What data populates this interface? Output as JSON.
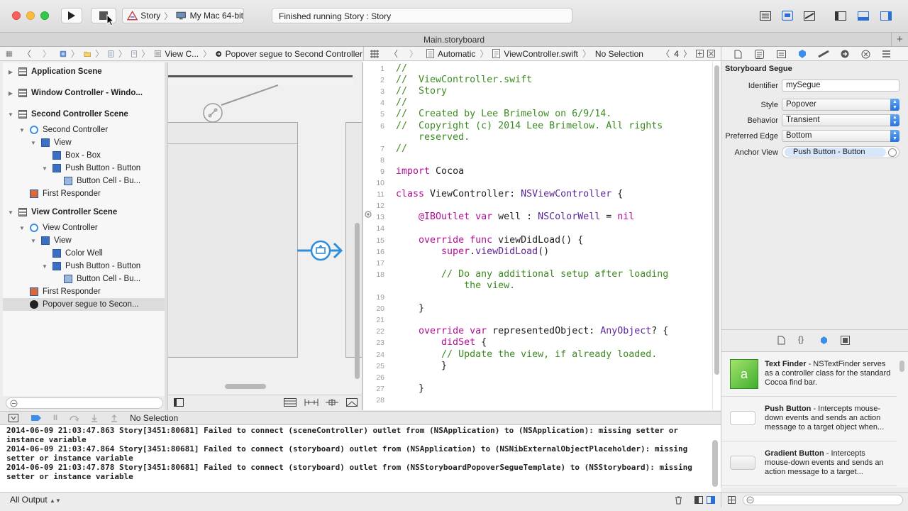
{
  "window": {
    "traffic_colors": {
      "close": "#fc605c",
      "minimize": "#fdbc40",
      "zoom": "#34c84a"
    },
    "accent": "#3d8ee8"
  },
  "toolbar": {
    "scheme_name": "Story",
    "destination": "My Mac 64-bit",
    "status_text": "Finished running Story : Story"
  },
  "tab": {
    "title": "Main.storyboard"
  },
  "jumpbar_left": {
    "view_crumb": "View C...",
    "segue_crumb": "Popover segue to Second Controller"
  },
  "jumpbar_right": {
    "mode": "Automatic",
    "file": "ViewController.swift",
    "selection": "No Selection",
    "counter": "4"
  },
  "outline": [
    {
      "label": "Application Scene",
      "bold": true,
      "icon": "scene-icon",
      "triangle": "▶"
    },
    {
      "label": "Window Controller - Windo...",
      "bold": true,
      "icon": "scene-icon",
      "triangle": "▶"
    },
    {
      "label": "Second Controller Scene",
      "bold": true,
      "icon": "scene-icon",
      "triangle": "▼"
    },
    {
      "label": "Second Controller",
      "icon": "view-controller-icon",
      "triangle": "▼"
    },
    {
      "label": "View",
      "icon": "view-icon",
      "triangle": "▼"
    },
    {
      "label": "Box - Box",
      "icon": "box-icon",
      "triangle": ""
    },
    {
      "label": "Push Button - Button",
      "icon": "push-button-icon",
      "triangle": "▼"
    },
    {
      "label": "Button Cell - Bu...",
      "icon": "button-cell-icon",
      "triangle": ""
    },
    {
      "label": "First Responder",
      "icon": "first-responder-icon",
      "triangle": ""
    },
    {
      "label": "View Controller Scene",
      "bold": true,
      "icon": "scene-icon",
      "triangle": "▼"
    },
    {
      "label": "View Controller",
      "icon": "view-controller-icon",
      "triangle": "▼"
    },
    {
      "label": "View",
      "icon": "view-icon",
      "triangle": "▼"
    },
    {
      "label": "Color Well",
      "icon": "color-well-icon",
      "triangle": ""
    },
    {
      "label": "Push Button - Button",
      "icon": "push-button-icon",
      "triangle": "▼"
    },
    {
      "label": "Button Cell - Bu...",
      "icon": "button-cell-icon",
      "triangle": ""
    },
    {
      "label": "First Responder",
      "icon": "first-responder-icon",
      "triangle": ""
    },
    {
      "label": "Popover segue to Secon...",
      "icon": "segue-icon",
      "triangle": "",
      "selected": true
    }
  ],
  "code_lines": [
    {
      "n": "1",
      "parts": [
        {
          "c": "cm",
          "t": "//"
        }
      ]
    },
    {
      "n": "2",
      "parts": [
        {
          "c": "cm",
          "t": "//  ViewController.swift"
        }
      ]
    },
    {
      "n": "3",
      "parts": [
        {
          "c": "cm",
          "t": "//  Story"
        }
      ]
    },
    {
      "n": "4",
      "parts": [
        {
          "c": "cm",
          "t": "//"
        }
      ]
    },
    {
      "n": "5",
      "parts": [
        {
          "c": "cm",
          "t": "//  Created by Lee Brimelow on 6/9/14."
        }
      ]
    },
    {
      "n": "6",
      "parts": [
        {
          "c": "cm",
          "t": "//  Copyright (c) 2014 Lee Brimelow. All rights"
        }
      ]
    },
    {
      "n": "",
      "parts": [
        {
          "c": "cm",
          "t": "    reserved."
        }
      ]
    },
    {
      "n": "7",
      "parts": [
        {
          "c": "cm",
          "t": "//"
        }
      ]
    },
    {
      "n": "8",
      "parts": []
    },
    {
      "n": "9",
      "parts": [
        {
          "c": "kw",
          "t": "import"
        },
        {
          "c": "",
          "t": " Cocoa"
        }
      ]
    },
    {
      "n": "10",
      "parts": []
    },
    {
      "n": "11",
      "parts": [
        {
          "c": "kw",
          "t": "class"
        },
        {
          "c": "",
          "t": " ViewController: "
        },
        {
          "c": "ty",
          "t": "NSViewController"
        },
        {
          "c": "",
          "t": " {"
        }
      ]
    },
    {
      "n": "12",
      "parts": []
    },
    {
      "n": "13",
      "parts": [
        {
          "c": "",
          "t": "    "
        },
        {
          "c": "kw",
          "t": "@IBOutlet var"
        },
        {
          "c": "",
          "t": " well : "
        },
        {
          "c": "ty",
          "t": "NSColorWell"
        },
        {
          "c": "",
          "t": " = "
        },
        {
          "c": "kw",
          "t": "nil"
        }
      ]
    },
    {
      "n": "14",
      "parts": []
    },
    {
      "n": "15",
      "parts": [
        {
          "c": "",
          "t": "    "
        },
        {
          "c": "kw",
          "t": "override func"
        },
        {
          "c": "",
          "t": " viewDidLoad() {"
        }
      ]
    },
    {
      "n": "16",
      "parts": [
        {
          "c": "",
          "t": "        "
        },
        {
          "c": "kw",
          "t": "super"
        },
        {
          "c": "",
          "t": "."
        },
        {
          "c": "ty",
          "t": "viewDidLoad"
        },
        {
          "c": "",
          "t": "()"
        }
      ]
    },
    {
      "n": "17",
      "parts": []
    },
    {
      "n": "18",
      "parts": [
        {
          "c": "",
          "t": "        "
        },
        {
          "c": "cm",
          "t": "// Do any additional setup after loading"
        }
      ]
    },
    {
      "n": "",
      "parts": [
        {
          "c": "cm",
          "t": "            the view."
        }
      ]
    },
    {
      "n": "19",
      "parts": []
    },
    {
      "n": "20",
      "parts": [
        {
          "c": "",
          "t": "    }"
        }
      ]
    },
    {
      "n": "21",
      "parts": []
    },
    {
      "n": "22",
      "parts": [
        {
          "c": "",
          "t": "    "
        },
        {
          "c": "kw",
          "t": "override var"
        },
        {
          "c": "",
          "t": " representedObject: "
        },
        {
          "c": "ty",
          "t": "AnyObject"
        },
        {
          "c": "",
          "t": "? {"
        }
      ]
    },
    {
      "n": "23",
      "parts": [
        {
          "c": "",
          "t": "        "
        },
        {
          "c": "kw",
          "t": "didSet"
        },
        {
          "c": "",
          "t": " {"
        }
      ]
    },
    {
      "n": "24",
      "parts": [
        {
          "c": "",
          "t": "        "
        },
        {
          "c": "cm",
          "t": "// Update the view, if already loaded."
        }
      ]
    },
    {
      "n": "25",
      "parts": [
        {
          "c": "",
          "t": "        }"
        }
      ]
    },
    {
      "n": "26",
      "parts": []
    },
    {
      "n": "27",
      "parts": [
        {
          "c": "",
          "t": "    }"
        }
      ]
    },
    {
      "n": "28",
      "parts": []
    }
  ],
  "inspector": {
    "title": "Storyboard Segue",
    "identifier_label": "Identifier",
    "identifier_value": "mySegue",
    "style_label": "Style",
    "style_value": "Popover",
    "behavior_label": "Behavior",
    "behavior_value": "Transient",
    "edge_label": "Preferred Edge",
    "edge_value": "Bottom",
    "anchor_label": "Anchor View",
    "anchor_value": "Push Button - Button"
  },
  "library": [
    {
      "title": "Text Finder",
      "desc": " - NSTextFinder serves as a controller class for the standard Cocoa find bar."
    },
    {
      "title": "Push Button",
      "desc": " - Intercepts mouse-down events and sends an action message to a target object when..."
    },
    {
      "title": "Gradient Button",
      "desc": " - Intercepts mouse-down events and sends an action message to a target..."
    }
  ],
  "debug": {
    "selection": "No Selection",
    "output_filter": "All Output"
  },
  "console_lines": [
    "2014-06-09 21:03:47.863 Story[3451:80681] Failed to connect (sceneController) outlet from (NSApplication) to (NSApplication): missing setter or",
    "instance variable",
    "2014-06-09 21:03:47.864 Story[3451:80681] Failed to connect (storyboard) outlet from (NSApplication) to (NSNibExternalObjectPlaceholder): missing",
    "setter or instance variable",
    "2014-06-09 21:03:47.878 Story[3451:80681] Failed to connect (storyboard) outlet from (NSStoryboardPopoverSegueTemplate) to (NSStoryboard): missing",
    "setter or instance variable"
  ]
}
